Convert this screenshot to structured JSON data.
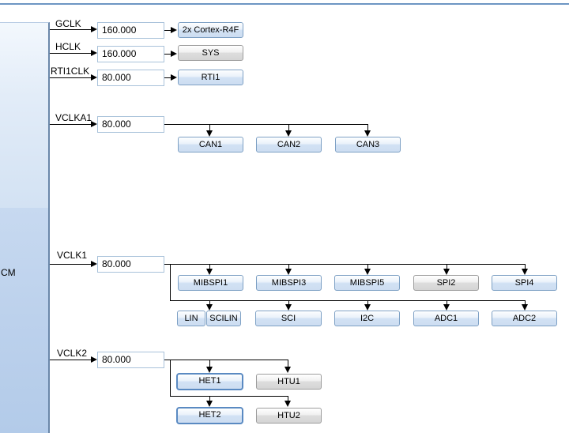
{
  "source_module": {
    "label": "CM"
  },
  "rows": [
    {
      "clock": "GCLK",
      "frequency": "160.000",
      "peripherals": [
        "2x Cortex-R4F"
      ]
    },
    {
      "clock": "HCLK",
      "frequency": "160.000",
      "peripherals": [
        "SYS"
      ]
    },
    {
      "clock": "RTI1CLK",
      "frequency": "80.000",
      "peripherals": [
        "RTI1"
      ]
    },
    {
      "clock": "VCLKA1",
      "frequency": "80.000",
      "peripherals": [
        "CAN1",
        "CAN2",
        "CAN3"
      ]
    },
    {
      "clock": "VCLK1",
      "frequency": "80.000",
      "peripherals": [
        "MIBSPI1",
        "MIBSPI3",
        "MIBSPI5",
        "SPI2",
        "SPI4",
        "LIN",
        "SCILIN",
        "SCI",
        "I2C",
        "ADC1",
        "ADC2"
      ]
    },
    {
      "clock": "VCLK2",
      "frequency": "80.000",
      "peripherals": [
        "HET1",
        "HTU1",
        "HET2",
        "HTU2"
      ]
    }
  ],
  "colors": {
    "top_rule": "#6d96c3",
    "enabled_node_border": "#7da0c4",
    "disabled_node_border": "#9d9d9d",
    "selected_node_border": "#5a8ac2",
    "connector": "#000000",
    "panel_fill": "#c7d9f0"
  }
}
